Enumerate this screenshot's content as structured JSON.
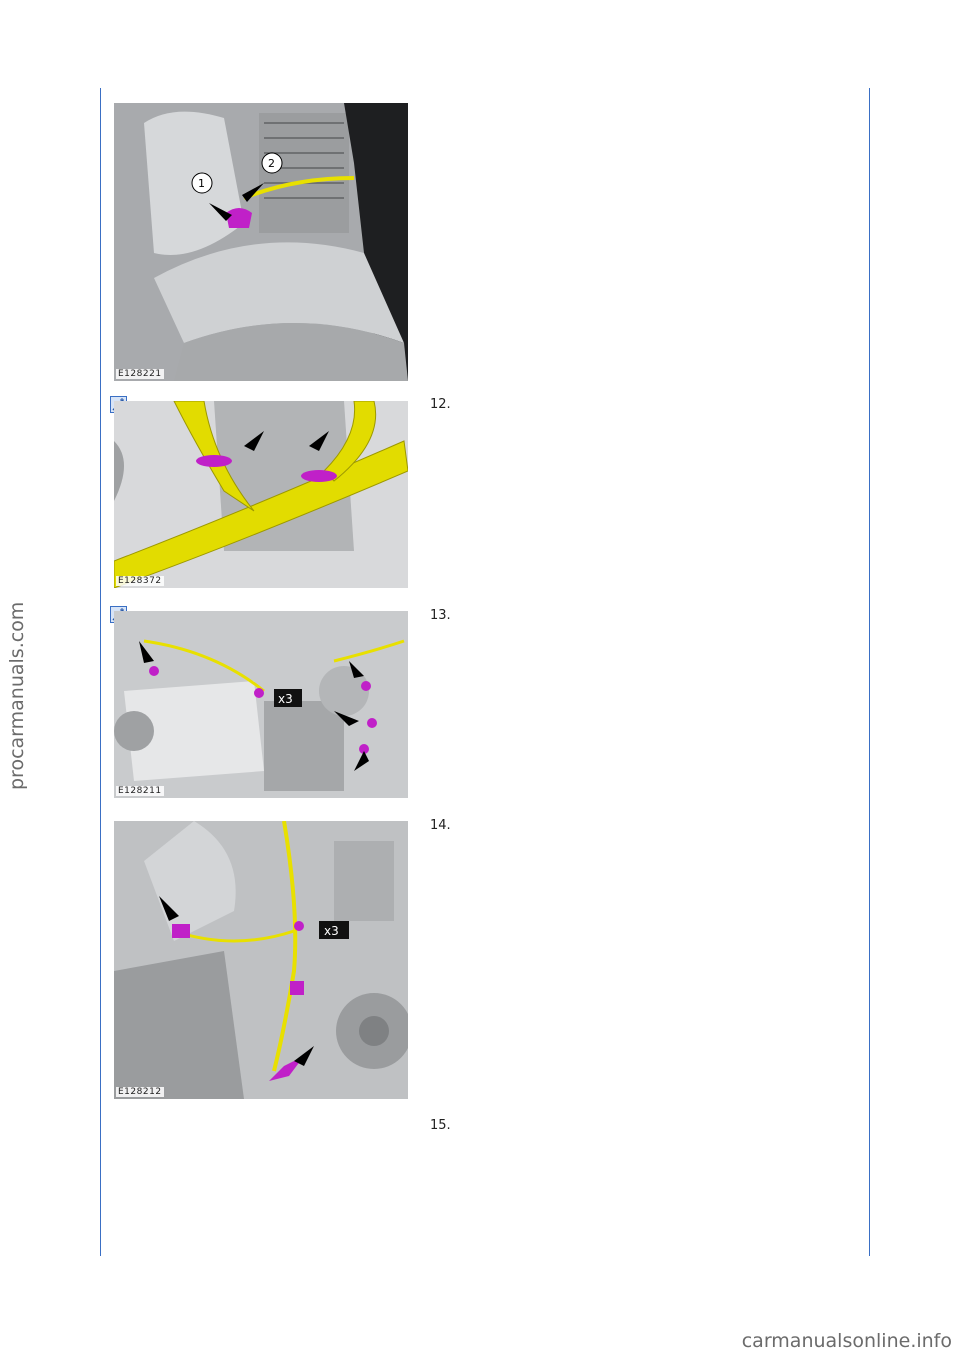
{
  "figures": [
    {
      "code": "E128221",
      "callouts": [
        "1",
        "2"
      ]
    },
    {
      "code": "E128372"
    },
    {
      "code": "E128211",
      "multiplier": "x3"
    },
    {
      "code": "E128212",
      "multiplier": "x3"
    }
  ],
  "steps": [
    "12.",
    "13.",
    "14.",
    "15."
  ],
  "watermark_side": "procarmanuals.com",
  "watermark_footer": "carmanualsonline.info",
  "colors": {
    "rule": "#3a6fc4",
    "harness": "#e8e000",
    "clip": "#c020c8"
  },
  "icons": [
    "zoom-icon"
  ]
}
